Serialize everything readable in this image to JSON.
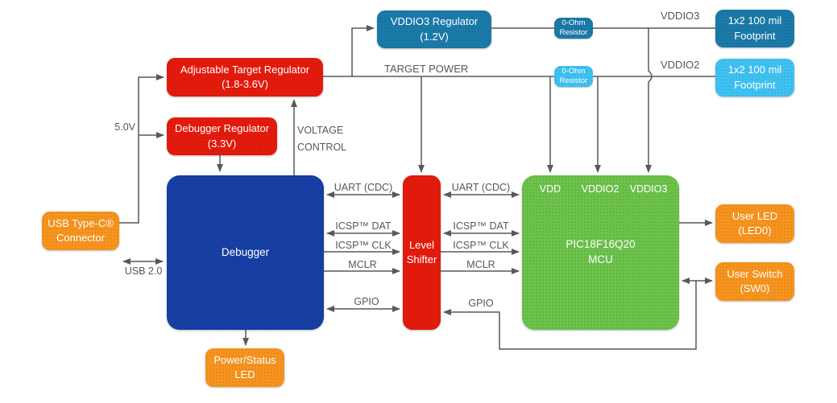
{
  "colors": {
    "teal": "#1B7AA9",
    "sky_blue": "#3FC2F1",
    "red": "#E41B0C",
    "orange": "#F7941E",
    "debugger_blue": "#173FA5",
    "mcu_green": "#6CC24B",
    "wire_gray": "#595959"
  },
  "boxes": {
    "vddio3_regulator": {
      "line1": "VDDIO3 Regulator",
      "line2": "(1.2V)"
    },
    "resistor_vddio3": {
      "line1": "0-Ohm",
      "line2": "Resistor"
    },
    "footprint_vddio3": {
      "line1": "1x2 100 mil",
      "line2": "Footprint"
    },
    "adjustable_regulator": {
      "line1": "Adjustable Target Regulator",
      "line2": "(1.8-3.6V)"
    },
    "resistor_vddio2": {
      "line1": "0-Ohm",
      "line2": "Resistor"
    },
    "footprint_vddio2": {
      "line1": "1x2 100 mil",
      "line2": "Footprint"
    },
    "debugger_regulator": {
      "line1": "Debugger Regulator",
      "line2": "(3.3V)"
    },
    "usb_connector": {
      "line1": "USB Type-C®",
      "line2": "Connector"
    },
    "debugger": {
      "line1": "Debugger"
    },
    "level_shifter": {
      "line1": "Level",
      "line2": "Shifter"
    },
    "mcu": {
      "line1": "PIC18F16Q20",
      "line2": "MCU",
      "pins": [
        "VDD",
        "VDDIO2",
        "VDDIO3"
      ]
    },
    "user_led": {
      "line1": "User LED",
      "line2": "(LED0)"
    },
    "user_switch": {
      "line1": "User Switch",
      "line2": "(SW0)"
    },
    "power_led": {
      "line1": "Power/Status",
      "line2": "LED"
    }
  },
  "labels": {
    "v50": "5.0V",
    "usb20": "USB 2.0",
    "target_power": "TARGET POWER",
    "voltage_control": "VOLTAGE\nCONTROL",
    "vddio3": "VDDIO3",
    "vddio2": "VDDIO2",
    "uart_left": "UART (CDC)",
    "uart_right": "UART (CDC)",
    "icsp_dat_left": "ICSP™ DAT",
    "icsp_dat_right": "ICSP™ DAT",
    "icsp_clk_left": "ICSP™ CLK",
    "icsp_clk_right": "ICSP™ CLK",
    "mclr_left": "MCLR",
    "mclr_right": "MCLR",
    "gpio_left": "GPIO",
    "gpio_right": "GPIO"
  }
}
